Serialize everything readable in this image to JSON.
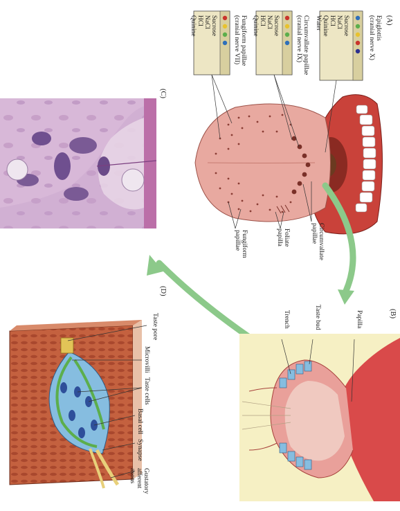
{
  "panels": {
    "A": {
      "letter": "(A)",
      "box_epiglottis": {
        "title": [
          "Epiglottis",
          "(cranial nerve X)"
        ],
        "tastes": [
          "Sucrose",
          "NaCl",
          "HCl",
          "Quinine",
          "Water"
        ],
        "dot_colors": [
          "#2e6fba",
          "#5cae4c",
          "#e8c22e",
          "#c9342b",
          "#2b2f8e"
        ]
      },
      "box_circumvallate": {
        "title": [
          "Circumvallate papillae",
          "(cranial nerve IX)"
        ],
        "tastes": [
          "Sucrose",
          "NaCl",
          "HCl",
          "Quinine"
        ],
        "dot_colors": [
          "#c9342b",
          "#e8c22e",
          "#5cae4c",
          "#2e6fba"
        ]
      },
      "box_fungiform": {
        "title": [
          "Fungiform papillae",
          "(cranial nerve VII)"
        ],
        "tastes": [
          "Sucrose",
          "NaCl",
          "HCl",
          "Quinine"
        ],
        "dot_colors": [
          "#c9342b",
          "#e8c22e",
          "#5cae4c",
          "#2e6fba"
        ]
      },
      "labels": {
        "circumvallate": [
          "Circumvallate",
          "papillae"
        ],
        "foliate": [
          "Foliate",
          "papilla"
        ],
        "fungiform": [
          "Fungiform",
          "papillae"
        ]
      }
    },
    "B": {
      "letter": "(B)",
      "labels": {
        "papilla": "Papilla",
        "taste_bud": "Taste bud",
        "trench": "Trench"
      }
    },
    "C": {
      "letter": "(C)"
    },
    "D": {
      "letter": "(D)",
      "labels": {
        "taste_pore": "Taste pore",
        "microvilli": "Microvilli",
        "taste_cells": "Taste cells",
        "basal_cell": "Basal cell",
        "synapse": "Synapse",
        "gustatory": [
          "Gustatory",
          "afferent",
          "axons"
        ]
      }
    }
  },
  "colors": {
    "arrow_green": "#8cc98a",
    "box_fill": "#ede6c4",
    "tongue_pink": "#e8a9a0",
    "mouth_red": "#c9423a",
    "taste_bud_blue": "#86bde0",
    "tissue_brown": "#b8553a"
  }
}
